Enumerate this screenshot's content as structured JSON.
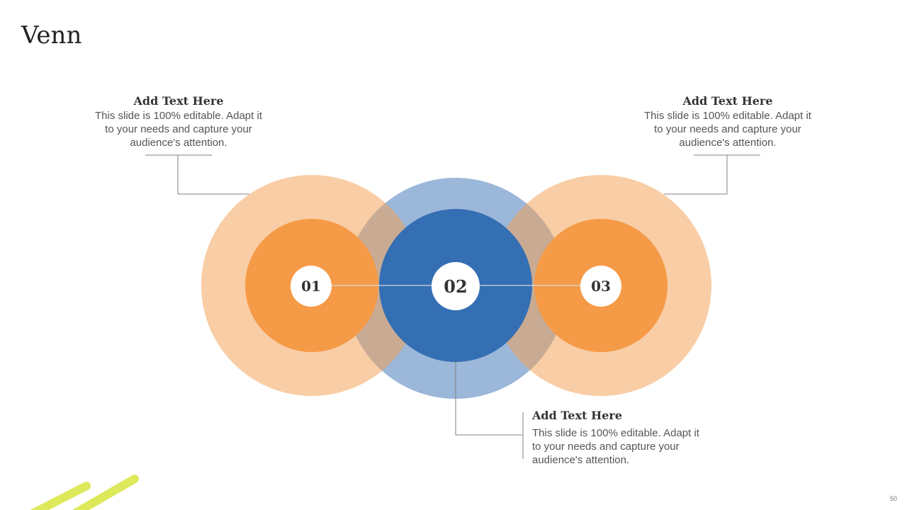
{
  "title": "Venn",
  "page_number": "50",
  "colors": {
    "orange_light": "#F9CDA5",
    "orange": "#F59A47",
    "blue_light": "#9BB7D9",
    "blue": "#346FB4",
    "overlap": "#C9AB93",
    "connector": "#808080",
    "accent_green": "#DDE85A"
  },
  "circles": [
    {
      "label": "01",
      "color": "orange"
    },
    {
      "label": "02",
      "color": "blue"
    },
    {
      "label": "03",
      "color": "orange"
    }
  ],
  "callouts": [
    {
      "heading": "Add Text Here",
      "text": "This slide is 100% editable. Adapt it to your needs and capture your audience's attention."
    },
    {
      "heading": "Add Text Here",
      "text": "This slide is 100% editable. Adapt it to your needs and capture your audience's attention."
    },
    {
      "heading": "Add Text Here",
      "text": "This slide is 100% editable. Adapt it to your needs and capture your audience's attention."
    }
  ]
}
